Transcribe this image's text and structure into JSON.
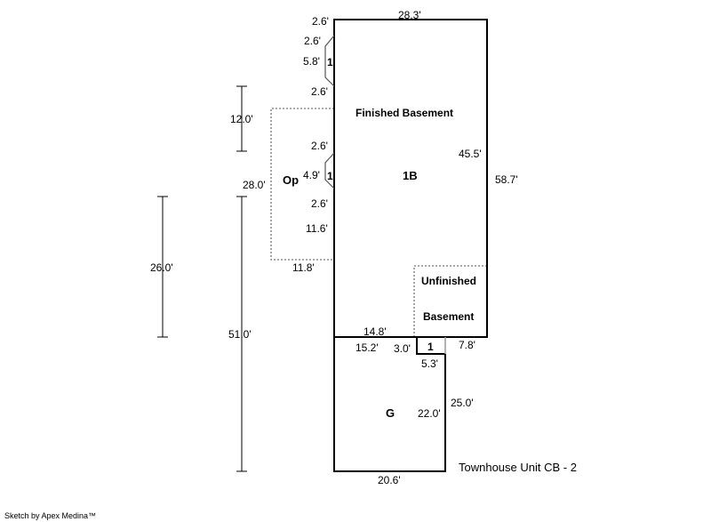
{
  "title": "Townhouse Unit CB - 2",
  "footer": "Sketch by Apex Medina™",
  "areas": {
    "finished_basement": "Finished Basement",
    "main_code": "1B",
    "open_porch": "Op",
    "unfinished_1": "Unfinished",
    "unfinished_2": "Basement",
    "garage": "G",
    "bay_top": "1",
    "bay_mid": "1",
    "small_box": "1"
  },
  "dimensions": {
    "top_width": "28.3'",
    "top_left": "2.6'",
    "bay_top_a": "2.6'",
    "bay_top_len": "5.8'",
    "bay_top_b": "2.6'",
    "op_height_ref": "12.0'",
    "bay_mid_a": "2.6'",
    "bay_mid_len": "4.9'",
    "bay_mid_b": "2.6'",
    "left_lower": "11.6'",
    "op_height": "28.0'",
    "op_width": "11.8'",
    "right_inner": "45.5'",
    "right_total": "58.7'",
    "ref_26": "26.0'",
    "ref_51": "51.0'",
    "bottom_14_8": "14.8'",
    "bottom_15_2": "15.2'",
    "step_3_0": "3.0'",
    "step_7_8": "7.8'",
    "step_5_3": "5.3'",
    "garage_inner": "22.0'",
    "garage_right": "25.0'",
    "garage_width": "20.6'"
  }
}
